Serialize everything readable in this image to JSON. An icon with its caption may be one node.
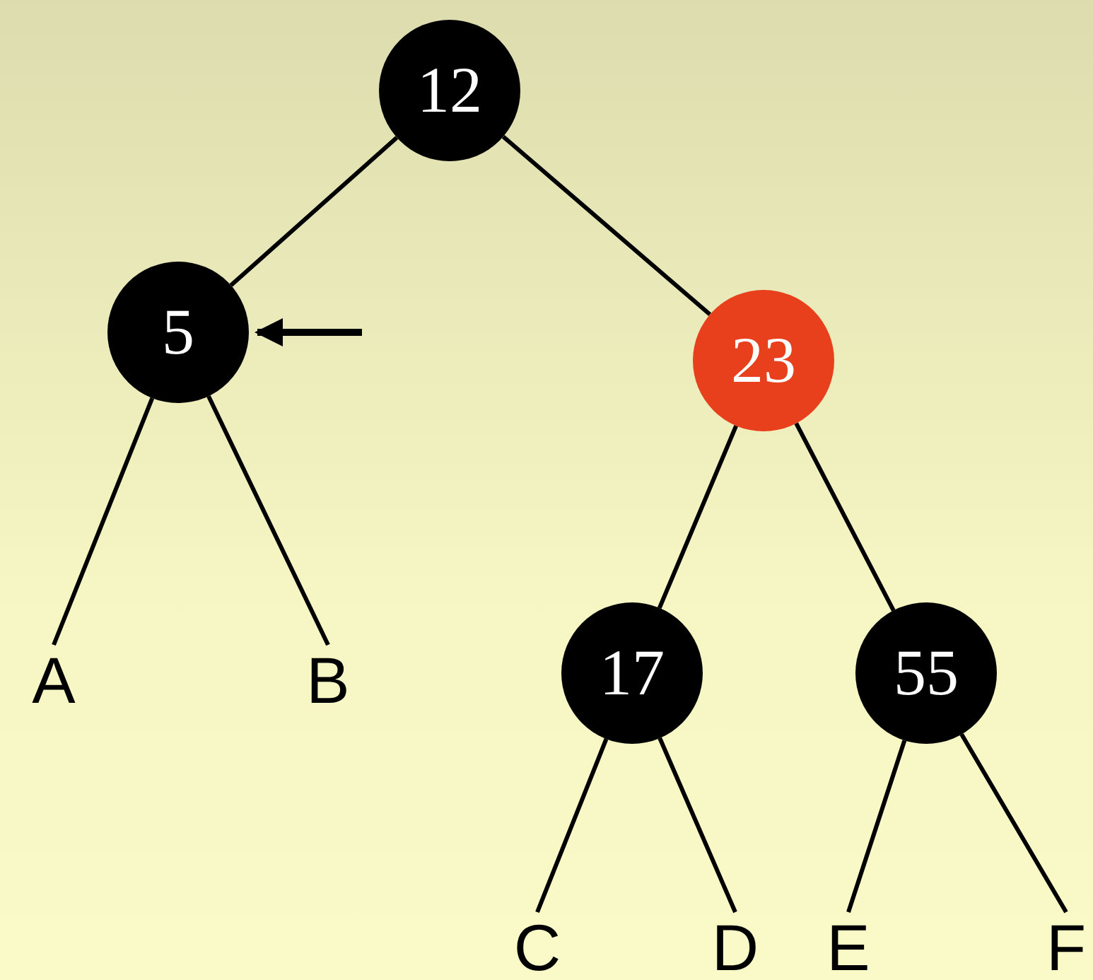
{
  "diagram": {
    "nodes": [
      {
        "text": [
          "12"
        ]
      },
      {
        "text": [
          "5"
        ]
      },
      {
        "text": [
          "23"
        ]
      },
      {
        "text": [
          "A"
        ]
      },
      {
        "text": [
          "B"
        ]
      },
      {
        "text": [
          "17"
        ]
      },
      {
        "text": [
          "55"
        ]
      },
      {
        "text": [
          "C"
        ]
      },
      {
        "text": [
          "D"
        ]
      },
      {
        "text": [
          "E"
        ]
      },
      {
        "text": [
          "F"
        ]
      }
    ],
    "edges": [
      {
        "from": 0,
        "to": 1,
        "arrow": "none"
      },
      {
        "from": 0,
        "to": 2,
        "arrow": "none"
      },
      {
        "from": 1,
        "to": 3,
        "arrow": "none"
      },
      {
        "from": 1,
        "to": 4,
        "arrow": "none"
      },
      {
        "from": 2,
        "to": 5,
        "arrow": "none"
      },
      {
        "from": 2,
        "to": 6,
        "arrow": "none"
      },
      {
        "from": 5,
        "to": 7,
        "arrow": "none"
      },
      {
        "from": 5,
        "to": 8,
        "arrow": "none"
      },
      {
        "from": 6,
        "to": 9,
        "arrow": "none"
      },
      {
        "from": 6,
        "to": 10,
        "arrow": "none"
      },
      {
        "from": null,
        "to": 1,
        "arrow": "to"
      }
    ]
  }
}
